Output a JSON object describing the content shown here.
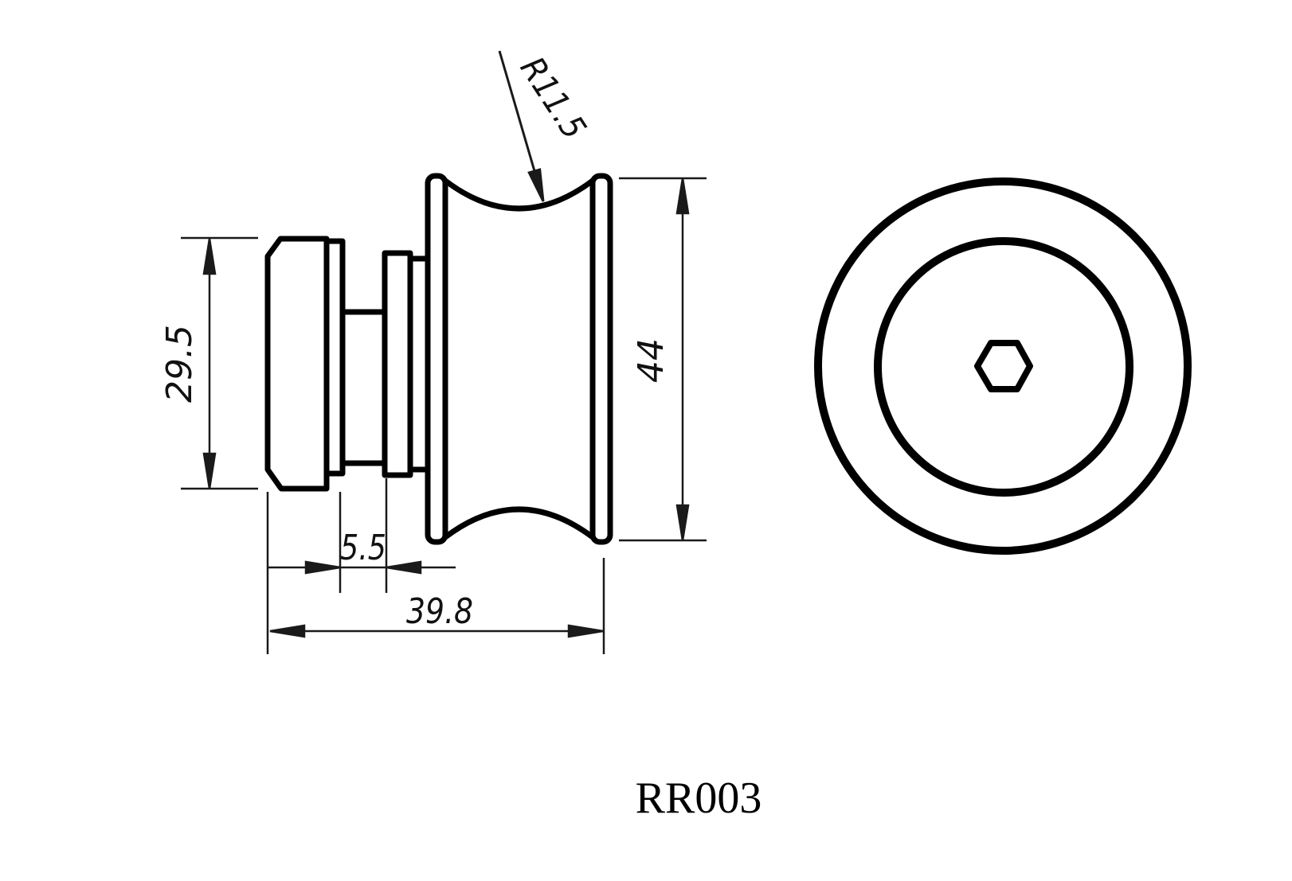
{
  "title": {
    "part_number": "RR003"
  },
  "dimensions": {
    "groove_radius": "R11.5",
    "cap_diameter": "29.5",
    "neck_length": "5.5",
    "total_length": "39.8",
    "outer_diameter": "44"
  },
  "colors": {
    "line": "#000000",
    "dim_line": "#1a1a1a",
    "background": "#ffffff"
  }
}
